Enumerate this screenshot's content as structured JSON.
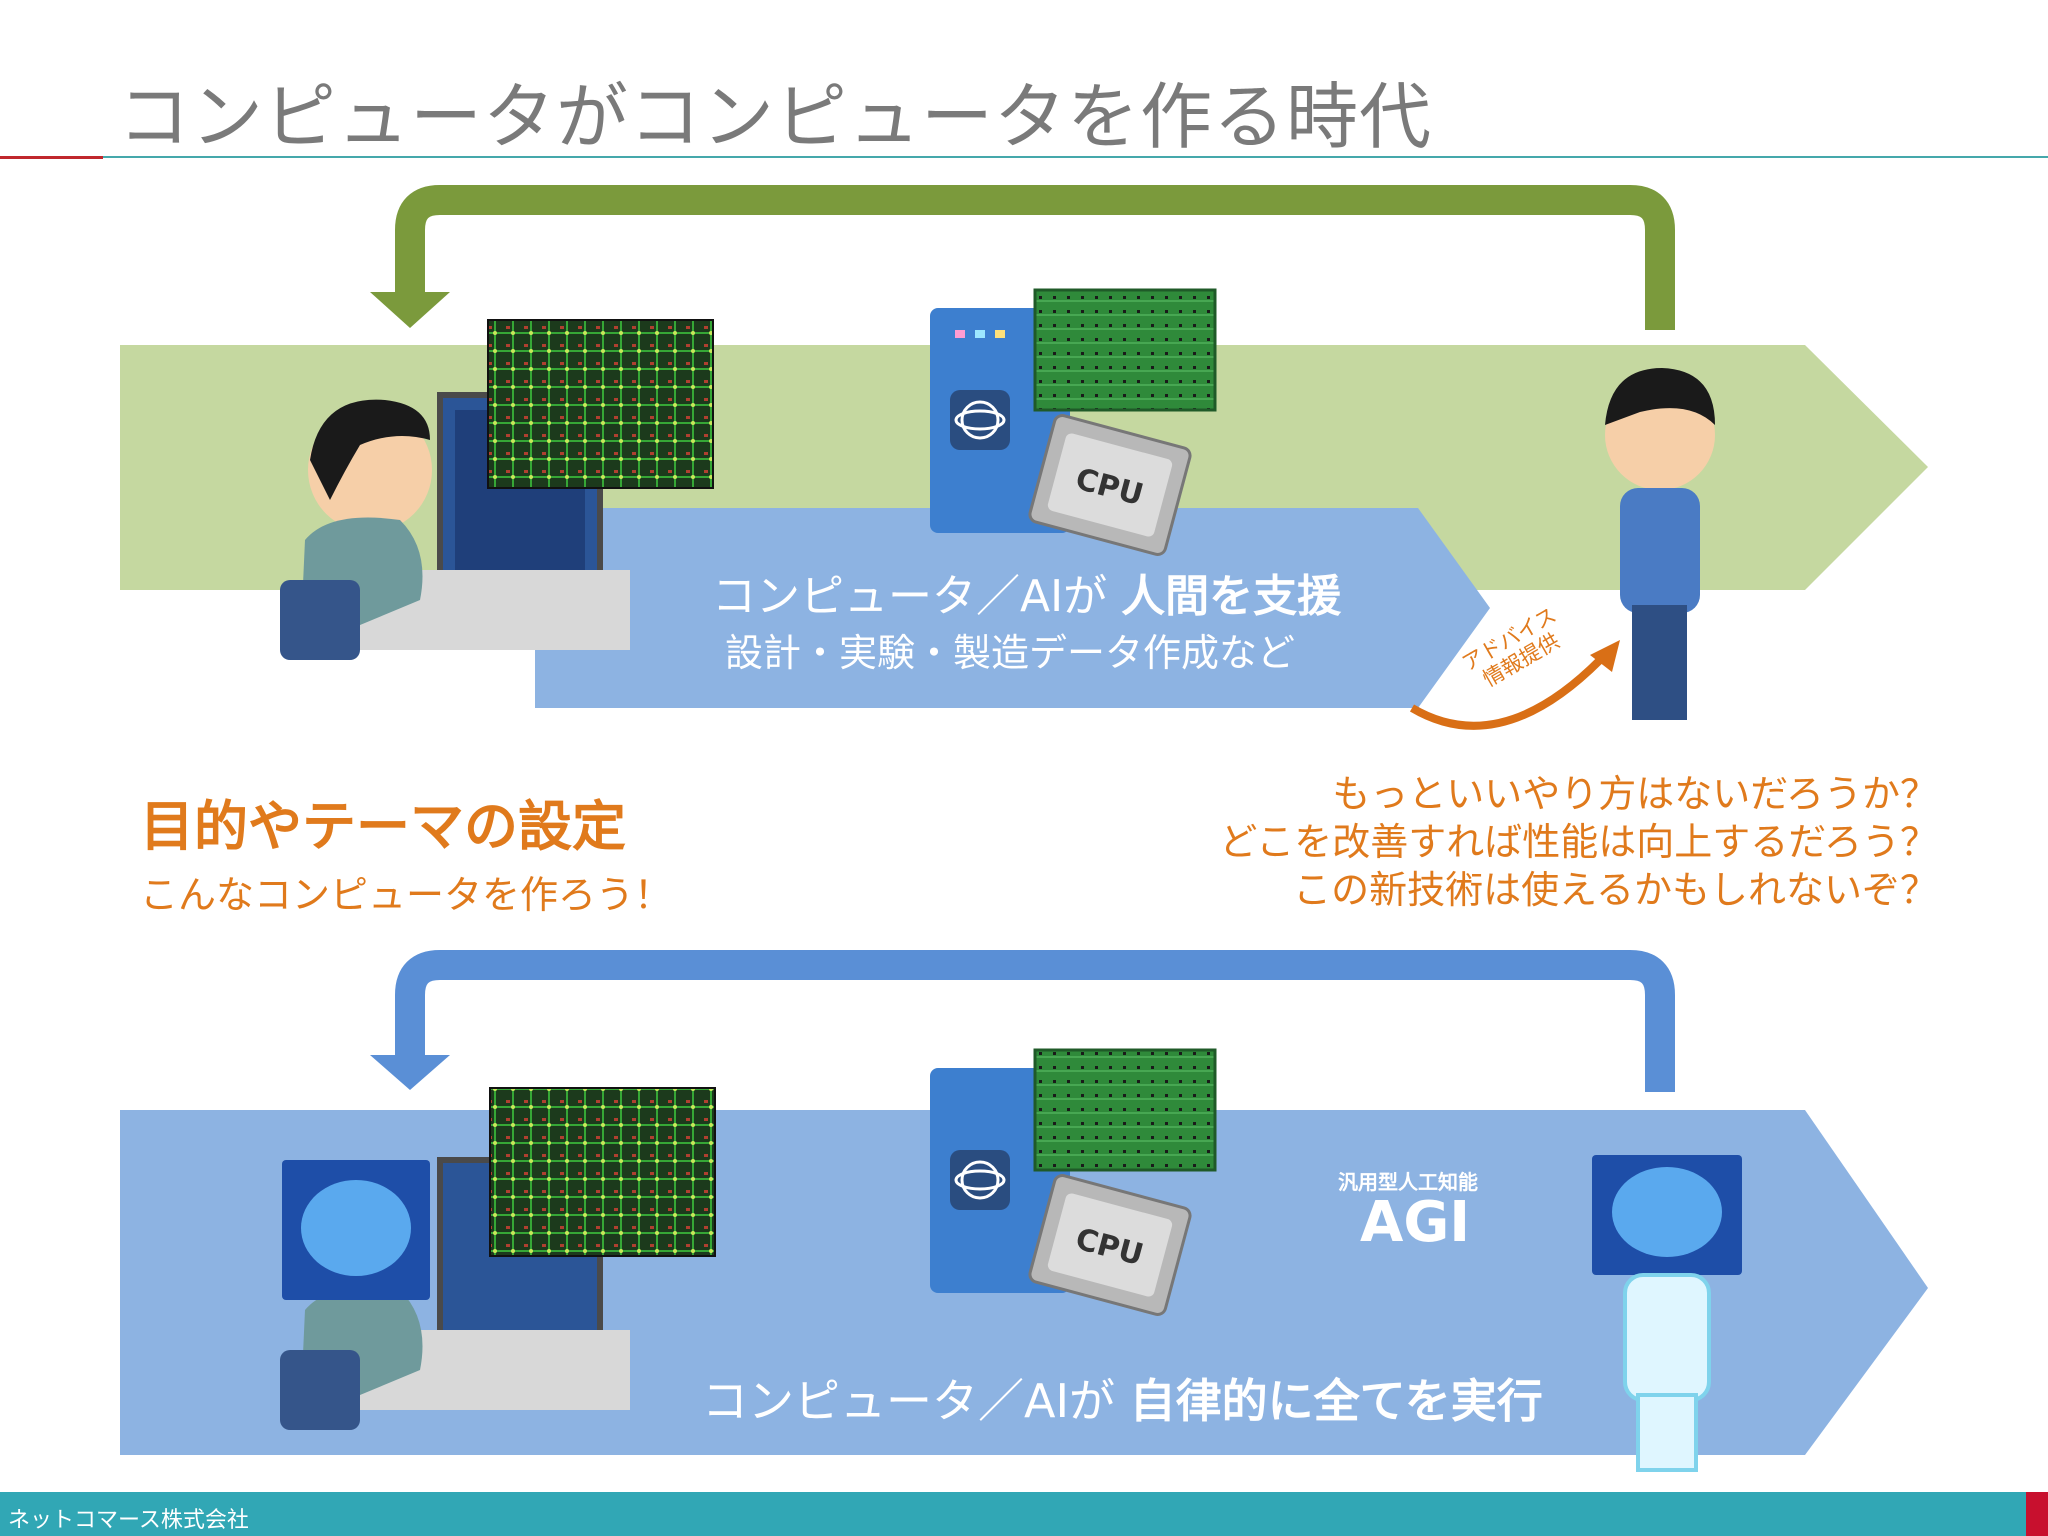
{
  "slide": {
    "title": "コンピュータがコンピュータを作る時代",
    "footer_company": "ネットコマース株式会社"
  },
  "top_section": {
    "band_text_prefix": "コンピュータ／AIが",
    "band_text_bold": "人間を支援",
    "band_subtext": "設計・実験・製造データ作成など",
    "advice_label_line1": "アドバイス",
    "advice_label_line2": "情報提供",
    "goal_heading": "目的やテーマの設定",
    "goal_subtext": "こんなコンピュータを作ろう！",
    "questions": [
      "もっといいやり方はないだろうか？",
      "どこを改善すれば性能は向上するだろう？",
      "この新技術は使えるかもしれないぞ？"
    ]
  },
  "bottom_section": {
    "agi_small": "汎用型人工知能",
    "agi_label": "AGI",
    "band_text_prefix": "コンピュータ／AIが",
    "band_text_bold": "自律的に全てを実行"
  },
  "icons": {
    "cpu_chip_label": "CPU",
    "illustrations": [
      "person-at-computer-icon",
      "circuit-board-screen-icon",
      "server-atom-icon",
      "pcb-board-icon",
      "cpu-chip-icon",
      "standing-person-icon",
      "brain-head-icon",
      "robot-person-icon"
    ]
  },
  "colors": {
    "green_loop": "#7b9a3c",
    "green_band": "#c5d8a0",
    "blue_band": "#8db3e2",
    "blue_loop": "#5a8fd6",
    "orange_text": "#e07a1c",
    "footer": "#31a7b5",
    "accent_red": "#c0272d"
  }
}
